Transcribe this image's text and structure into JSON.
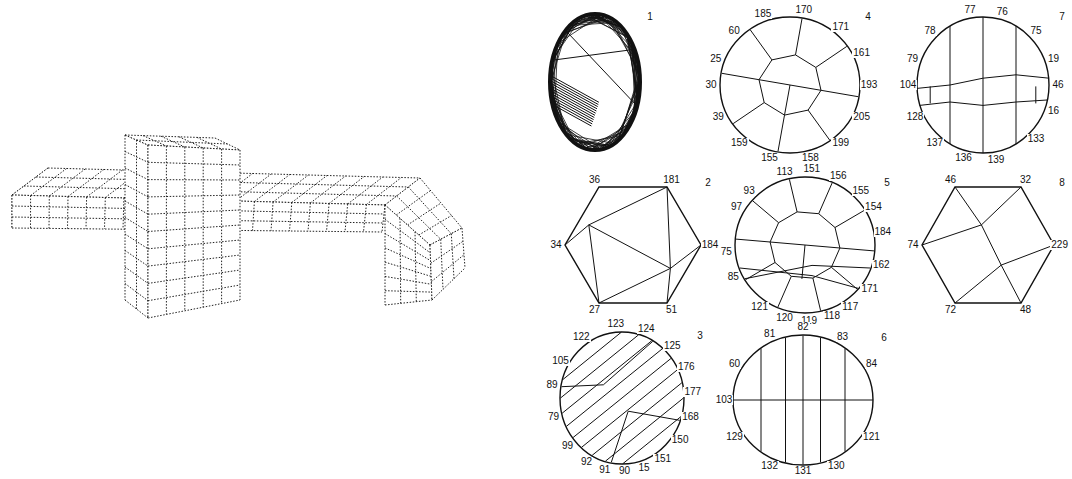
{
  "diagram": {
    "labels": [
      "1",
      "4",
      "185",
      "170",
      "171",
      "60",
      "25",
      "161",
      "30",
      "193",
      "39",
      "205",
      "159",
      "199",
      "155",
      "158",
      "7",
      "77",
      "76",
      "75",
      "78",
      "79",
      "19",
      "104",
      "46",
      "128",
      "16",
      "137",
      "133",
      "136",
      "139",
      "2",
      "36",
      "181",
      "34",
      "184",
      "27",
      "51",
      "5",
      "113",
      "151",
      "156",
      "155",
      "154",
      "93",
      "97",
      "184",
      "75",
      "162",
      "85",
      "171",
      "117",
      "121",
      "120",
      "119",
      "118",
      "8",
      "46",
      "32",
      "74",
      "229",
      "72",
      "48",
      "3",
      "122",
      "123",
      "124",
      "125",
      "176",
      "177",
      "168",
      "150",
      "151",
      "15",
      "90",
      "91",
      "92",
      "99",
      "79",
      "89",
      "105",
      "6",
      "81",
      "82",
      "83",
      "60",
      "84",
      "103",
      "129",
      "121",
      "132",
      "130",
      "131"
    ]
  }
}
